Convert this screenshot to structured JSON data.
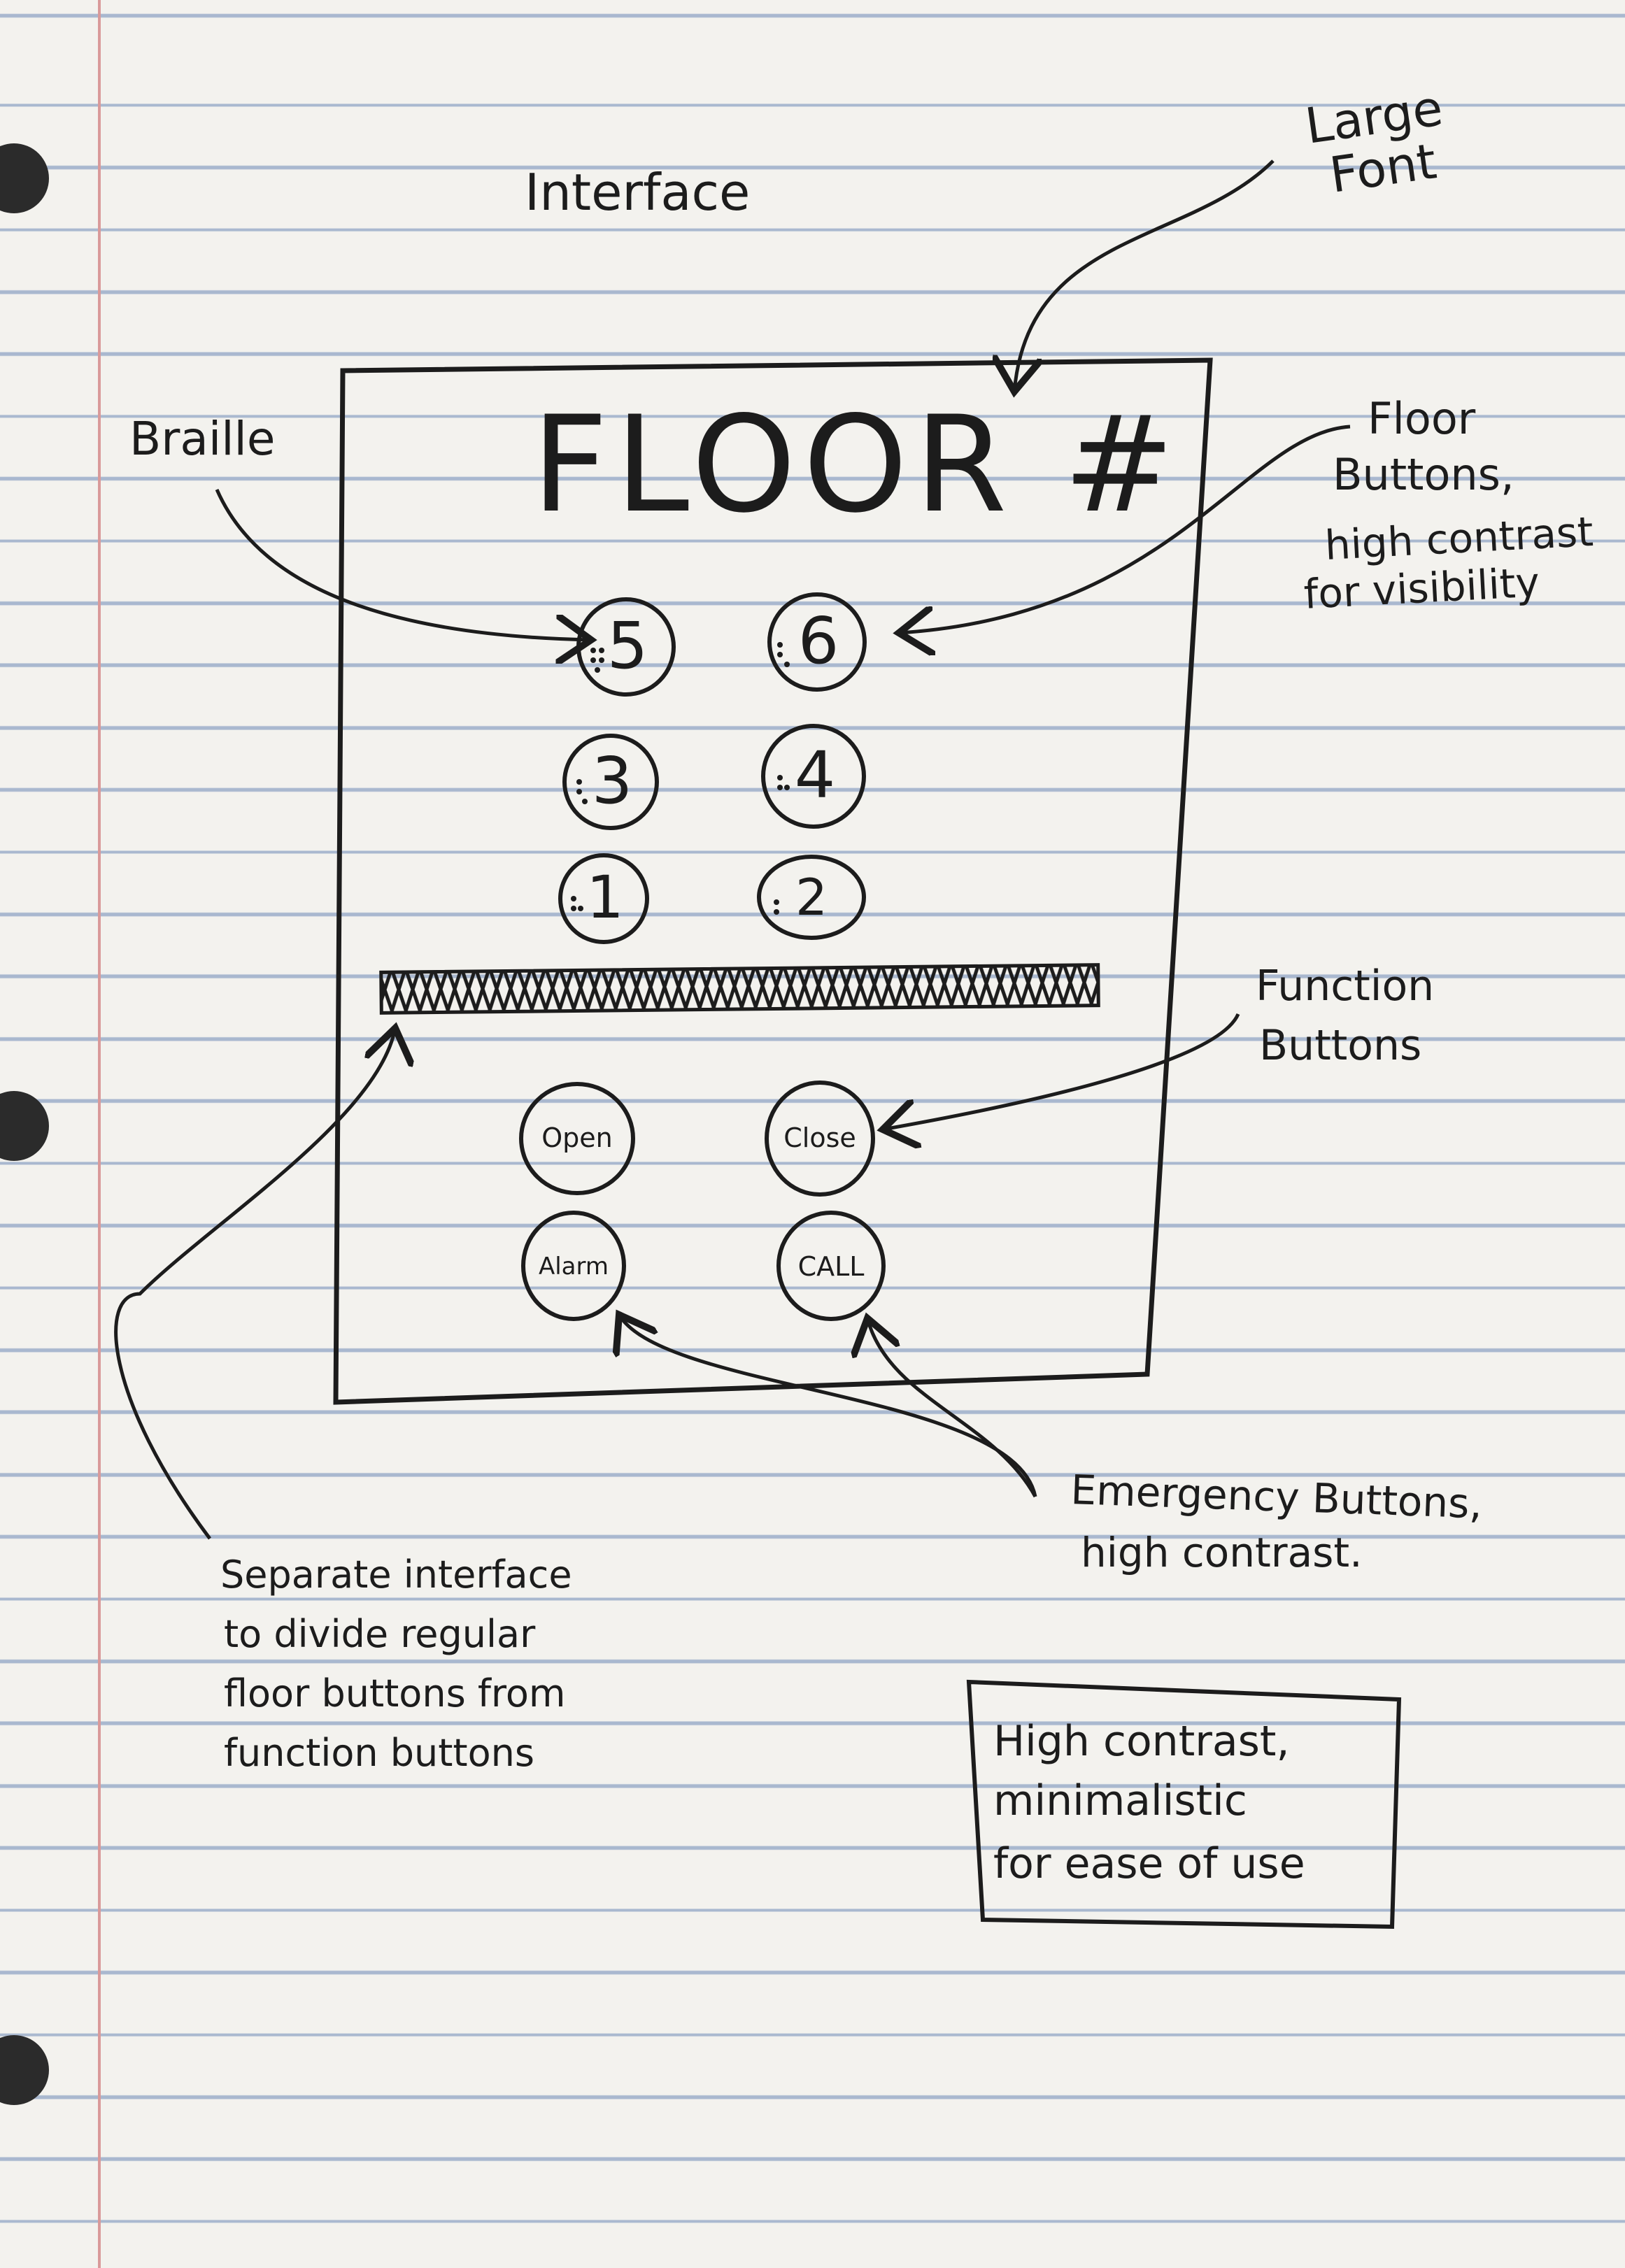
{
  "sketch": {
    "title": "Interface",
    "panel": {
      "display_text": "FLOOR #",
      "floor_buttons": [
        {
          "label": "5"
        },
        {
          "label": "6"
        },
        {
          "label": "3"
        },
        {
          "label": "4"
        },
        {
          "label": "1"
        },
        {
          "label": "2"
        }
      ],
      "function_buttons": [
        {
          "label": "Open"
        },
        {
          "label": "Close"
        },
        {
          "label": "Alarm"
        },
        {
          "label": "CALL"
        }
      ]
    },
    "annotations": {
      "large_font": [
        "Large",
        "Font"
      ],
      "braille": "Braille",
      "floor_buttons": [
        "Floor",
        "Buttons,",
        "high contrast",
        "for visibility"
      ],
      "function_buttons": [
        "Function",
        "Buttons"
      ],
      "emergency_buttons": [
        "Emergency Buttons,",
        "high contrast."
      ],
      "separator": [
        "Separate interface",
        "to divide regular",
        "floor buttons from",
        "function buttons"
      ],
      "summary": [
        "High contrast,",
        "minimalistic",
        "for ease of use"
      ]
    }
  }
}
